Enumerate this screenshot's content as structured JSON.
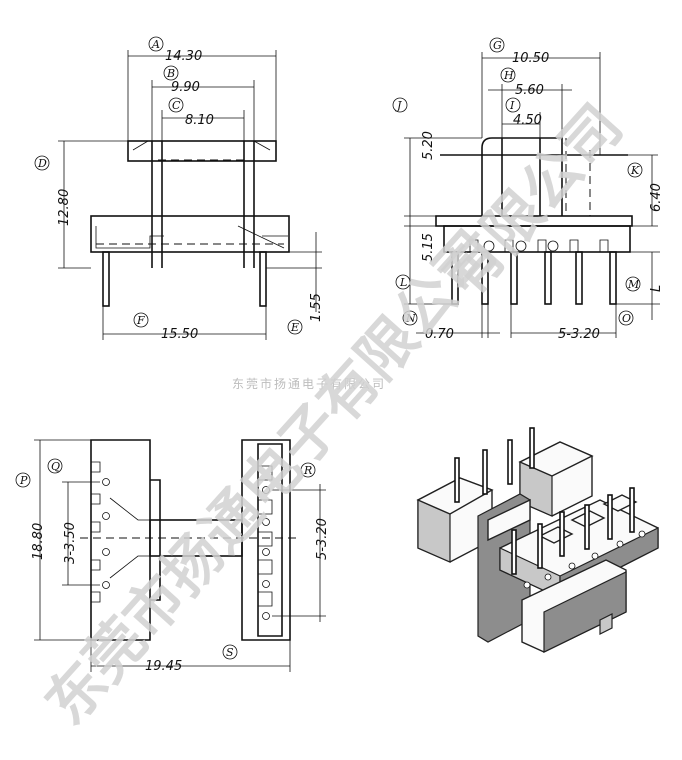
{
  "dimensions": {
    "A": "14.30",
    "B": "9.90",
    "C": "8.10",
    "D": "12.80",
    "E": "1.55",
    "F": "15.50",
    "G": "10.50",
    "H": "5.60",
    "I": "4.50",
    "J": "5.20",
    "K": "6.40",
    "L": "5.15",
    "M": "L",
    "N": "0.70",
    "O": "5-3.20",
    "P": "18.80",
    "Q": "3-3.50",
    "R": "5-3.20",
    "S": "19.45"
  },
  "labels": [
    "A",
    "B",
    "C",
    "D",
    "E",
    "F",
    "G",
    "H",
    "I",
    "J",
    "K",
    "L",
    "M",
    "N",
    "O",
    "P",
    "Q",
    "R",
    "S"
  ],
  "watermark": {
    "small": "东莞市扬通电子有限公司",
    "big_bottom": "东莞市扬通电子有限公司",
    "big_top": "有限公司"
  },
  "colors": {
    "line": "#111111",
    "watermark": "#d2d2d2"
  }
}
